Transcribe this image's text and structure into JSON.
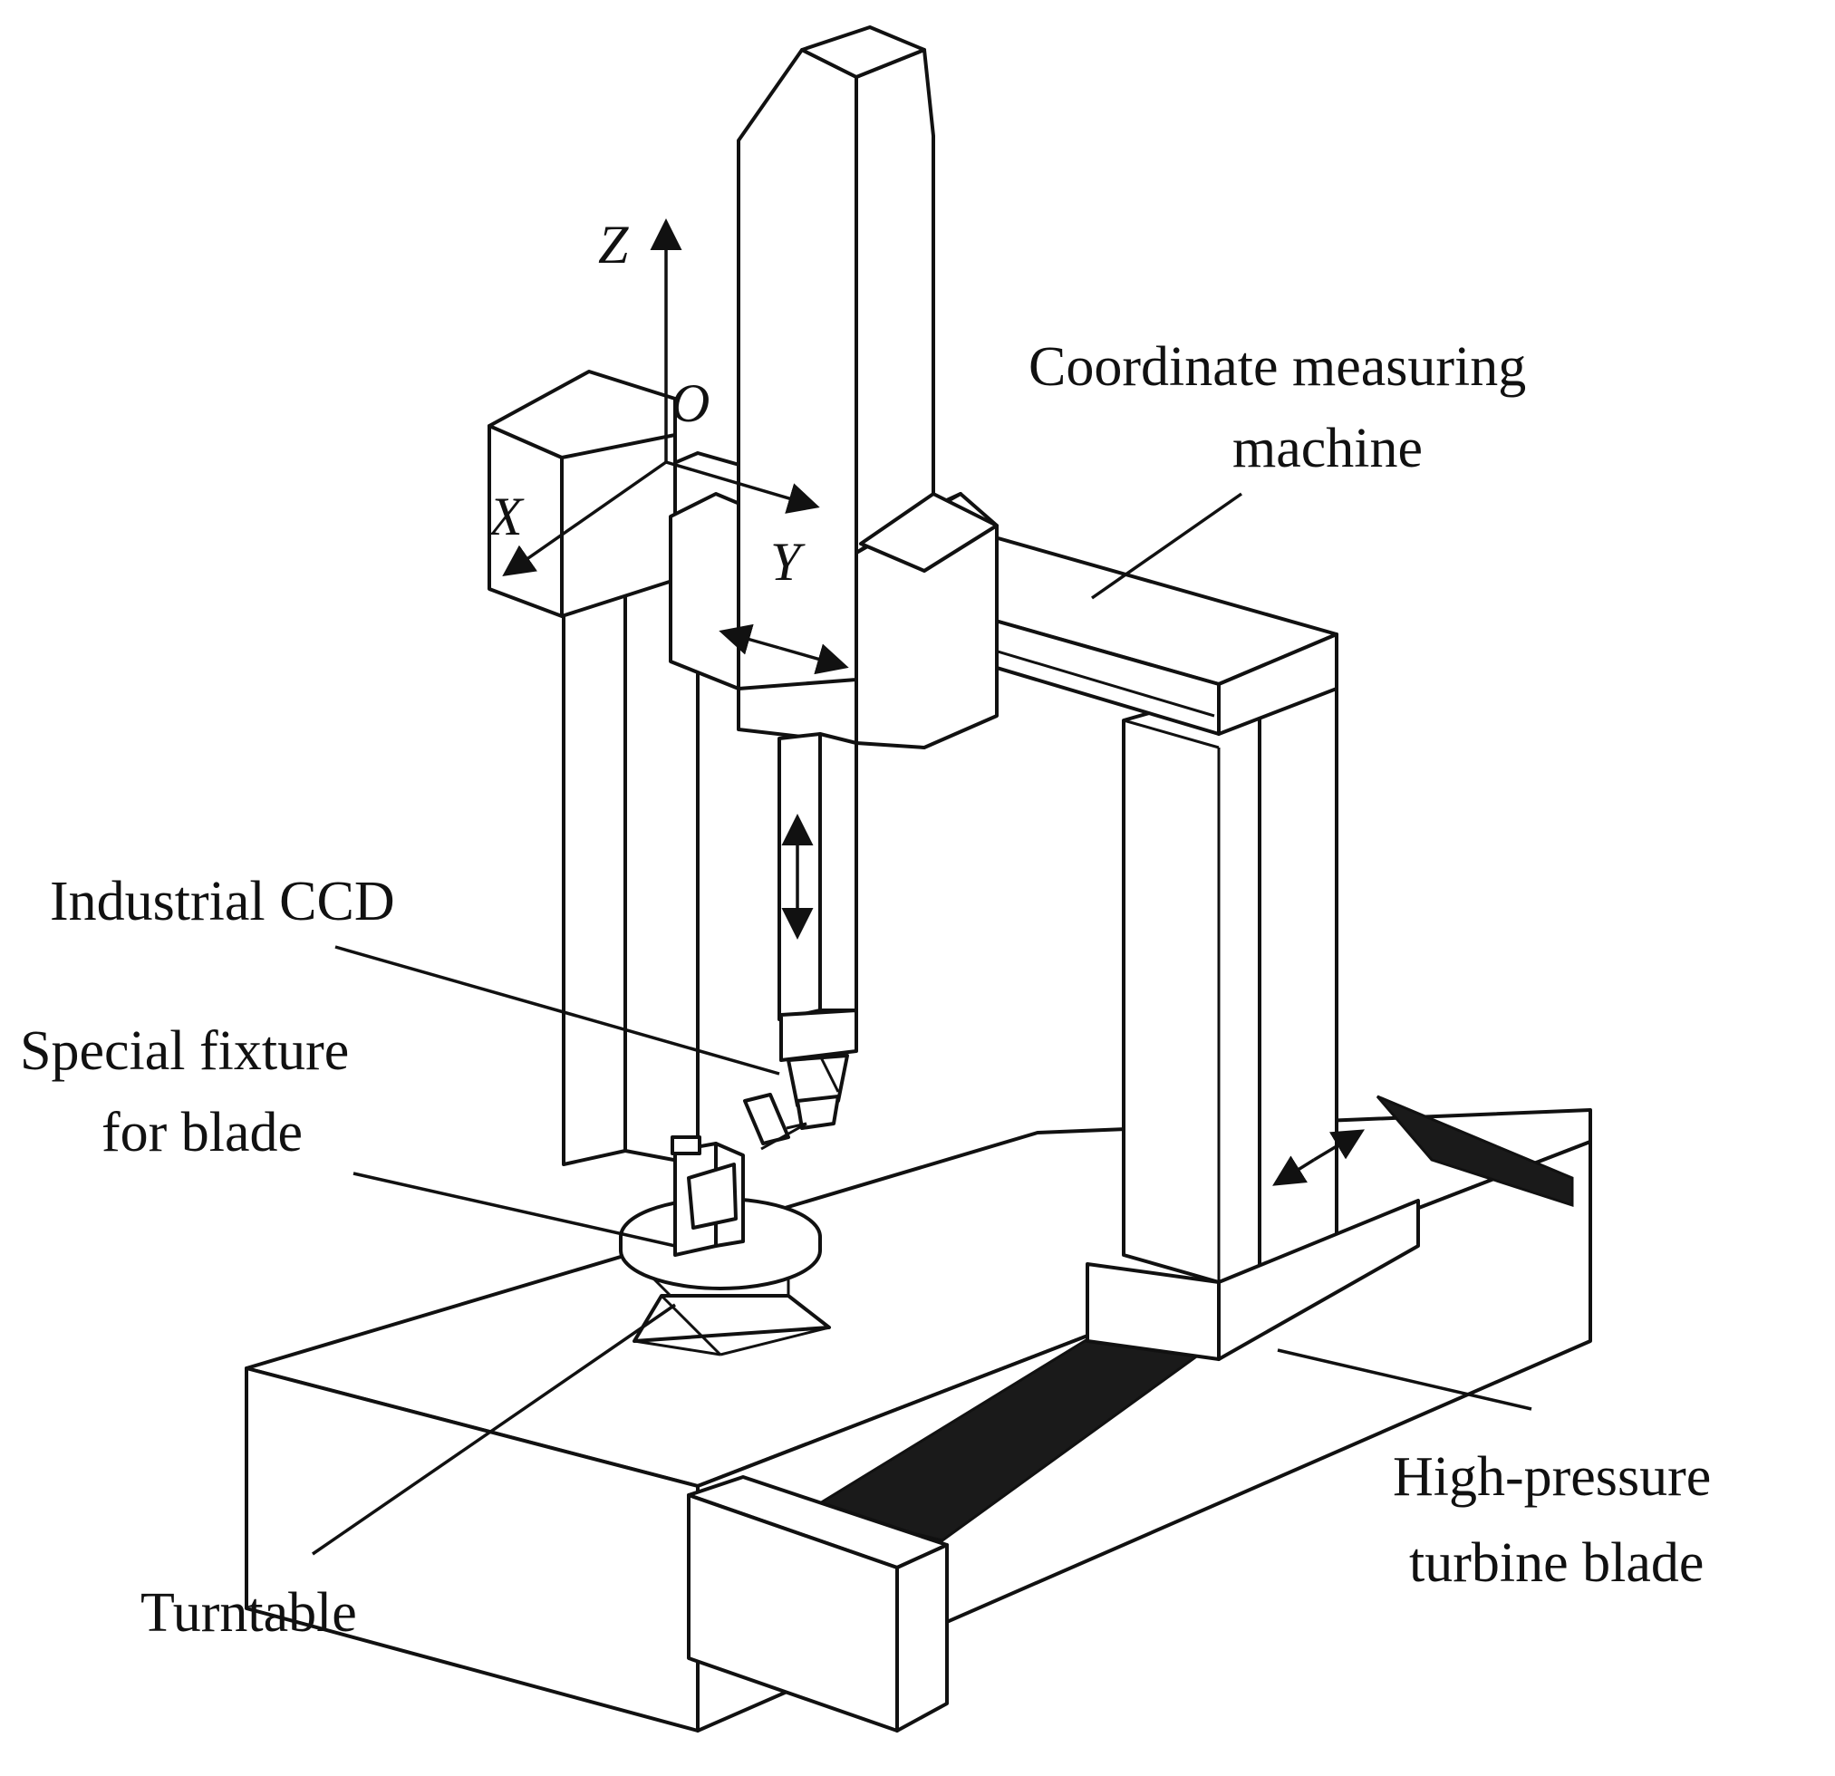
{
  "labels": {
    "cmm": [
      "Coordinate measuring",
      "machine"
    ],
    "ccd": "Industrial CCD",
    "fixture": [
      "Special fixture",
      "for blade"
    ],
    "blade": [
      "High-pressure",
      "turbine blade"
    ],
    "turntable": "Turntable"
  },
  "axes": {
    "z": "Z",
    "o": "O",
    "x": "X",
    "y": "Y"
  },
  "colors": {
    "line": "#111111",
    "fill": "#ffffff",
    "rail": "#1a1a1a"
  }
}
